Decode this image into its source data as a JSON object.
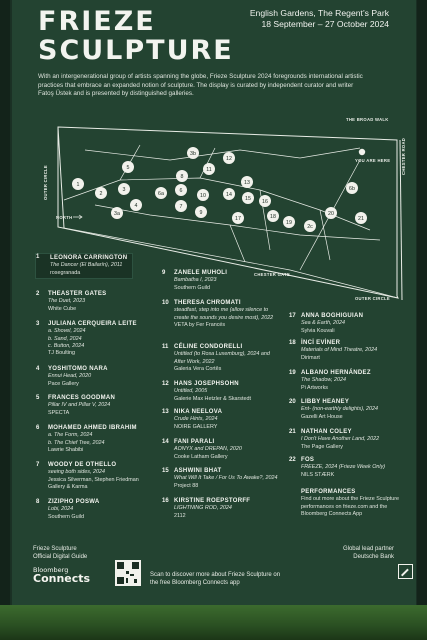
{
  "header": {
    "title_line1": "FRIEZE",
    "title_line2": "SCULPTURE",
    "location": "English Gardens, The Regent’s Park",
    "dates": "18 September – 27 October 2024"
  },
  "intro": "With an intergenerational group of artists spanning the globe, Frieze Sculpture 2024 foregrounds international artistic practices that embrace an expanded notion of sculpture. The display is curated by independent curator and writer Fatoş Üstek and is presented by distinguished galleries.",
  "map": {
    "labels": {
      "broad_walk": "THE BROAD WALK",
      "outer_circle_left": "OUTER CIRCLE",
      "chester_road": "CHESTER ROAD",
      "you_are_here": "YOU ARE HERE",
      "north": "NORTH",
      "chester_gate": "CHESTER GATE",
      "outer_circle_bottom": "OUTER CIRCLE"
    },
    "pins": [
      "1",
      "2",
      "3",
      "3a",
      "3b",
      "4",
      "5",
      "6",
      "6a",
      "6b",
      "7",
      "8",
      "9",
      "10",
      "11",
      "12",
      "13",
      "14",
      "15",
      "16",
      "17",
      "18",
      "19",
      "20",
      "21",
      "2c"
    ]
  },
  "entries_col1": [
    {
      "num": "1",
      "name": "LEONORA CARRINGTON",
      "work": "The Dancer (El Bailarín), 2011",
      "gallery": "rosegranada"
    },
    {
      "num": "2",
      "name": "THEASTER GATES",
      "work": "The Duet, 2023",
      "gallery": "White Cube"
    },
    {
      "num": "3",
      "name": "JULIANA CERQUEIRA LEITE",
      "work": "a. Shovel, 2024",
      "work2": "b. Sand, 2024",
      "work3": "c. Button, 2024",
      "gallery": "TJ Boulting"
    },
    {
      "num": "4",
      "name": "YOSHITOMO NARA",
      "work": "Ennui Head, 2020",
      "gallery": "Pace Gallery"
    },
    {
      "num": "5",
      "name": "FRANCES GOODMAN",
      "work": "Pillar IV and Pillar V, 2024",
      "gallery": "SPECTA"
    },
    {
      "num": "6",
      "name": "MOHAMED AHMED IBRAHIM",
      "work": "a. The Form, 2024",
      "work2": "b. The Chief Tree, 2024",
      "gallery": "Lawrie Shabibi"
    },
    {
      "num": "7",
      "name": "WOODY DE OTHELLO",
      "work": "seeing both sides, 2024",
      "gallery": "Jessica Silverman, Stephen Friedman Gallery & Karma"
    },
    {
      "num": "8",
      "name": "ZIZIPHO POSWA",
      "work": "Lobi, 2024",
      "gallery": "Southern Guild"
    }
  ],
  "entries_col2": [
    {
      "num": "9",
      "name": "ZANELE MUHOLI",
      "work": "Bambatha I, 2023",
      "gallery": "Southern Guild"
    },
    {
      "num": "10",
      "name": "THERESA CHROMATI",
      "work": "steadfast, step into me (allow silence to create the sounds you desire most), 2022",
      "gallery": "VETA by Fer Francés"
    },
    {
      "num": "11",
      "name": "CÉLINE CONDORELLI",
      "work": "Untitled (to Rosa Luxemburg), 2024 and After Work, 2022",
      "gallery": "Galeria Vera Cortês"
    },
    {
      "num": "12",
      "name": "HANS JOSEPHSOHN",
      "work": "Untitled, 2005",
      "gallery": "Galerie Max Hetzler & Skarstedt"
    },
    {
      "num": "13",
      "name": "NIKA NEELOVA",
      "work": "Crude Hints, 2024",
      "gallery": "NOIRE GALLERY"
    },
    {
      "num": "14",
      "name": "FANI PARALI",
      "work": "AONYX and DREPAN, 2020",
      "gallery": "Cooke Latham Gallery"
    },
    {
      "num": "15",
      "name": "ASHWINI BHAT",
      "work": "What Will It Take / For Us To Awake?, 2024",
      "gallery": "Project 88"
    },
    {
      "num": "16",
      "name": "KIRSTINE ROEPSTORFF",
      "work": "LIGHTNING ROD, 2024",
      "gallery": "2112"
    }
  ],
  "entries_col3": [
    {
      "num": "17",
      "name": "ANNA BOGHIGUIAN",
      "work": "Sea & Earth, 2024",
      "gallery": "Sylvia Kouvali"
    },
    {
      "num": "18",
      "name": "İNCİ EVİNER",
      "work": "Materials of Mind Theatre, 2024",
      "gallery": "Dirimart"
    },
    {
      "num": "19",
      "name": "ALBANO HERNÁNDEZ",
      "work": "The Shadow, 2024",
      "gallery": "Pi Artworks"
    },
    {
      "num": "20",
      "name": "LIBBY HEANEY",
      "work": "Ent- (non-earthly delights), 2024",
      "gallery": "Gazelli Art House"
    },
    {
      "num": "21",
      "name": "NATHAN COLEY",
      "work": "I Don't Have Another Land, 2022",
      "gallery": "The Page Gallery"
    },
    {
      "num": "22",
      "name": "FOS",
      "work": "FREEZE, 2024 (Frieze Week Only)",
      "gallery": "NILS STÆRK"
    }
  ],
  "performances": {
    "title": "PERFORMANCES",
    "text": "Find out more about the Frieze Sculpture performances on frieze.com and the Bloomberg Connects App"
  },
  "footer": {
    "guide_line1": "Frieze Sculpture",
    "guide_line2": "Official Digital Guide",
    "bloomberg": "Bloomberg",
    "connects": "Connects",
    "scan_text": "Scan to discover more about Frieze Sculpture on the free Bloomberg Connects app",
    "partner_line1": "Global lead partner",
    "partner_line2": "Deutsche Bank"
  },
  "colors": {
    "board": "#234331",
    "text": "#e8ece6",
    "pin": "#f2f2ec"
  }
}
